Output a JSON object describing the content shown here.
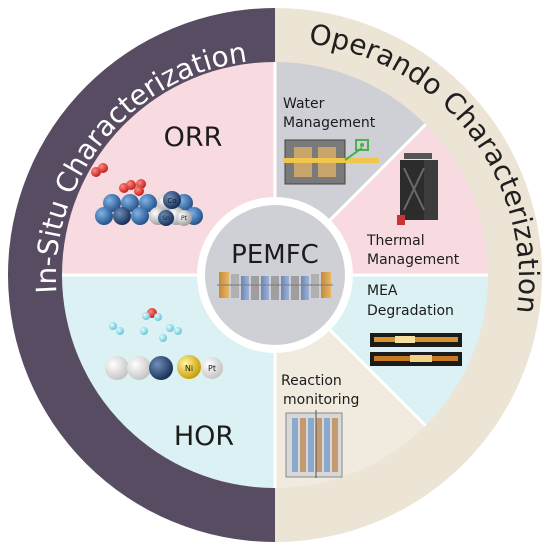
{
  "center": {
    "label": "PEMFC"
  },
  "ring": {
    "left_label": "In-Situ Characterization",
    "right_label": "Operando Characterization",
    "left_color": "#574c62",
    "right_color": "#ece4d5",
    "left_text_color": "#ffffff",
    "right_text_color": "#1f1f1f"
  },
  "quadrants": {
    "orr": {
      "label": "ORR",
      "color": "#f7dbe1",
      "atoms": [
        "Co",
        "Sn",
        "Pt"
      ]
    },
    "hor": {
      "label": "HOR",
      "color": "#dcf1f3",
      "atoms": [
        "Ni",
        "Pt"
      ]
    }
  },
  "sectors": {
    "water": {
      "label_line1": "Water",
      "label_line2": "Management",
      "color": "#cfcfd6"
    },
    "thermal": {
      "label_line1": "Thermal",
      "label_line2": "Management",
      "color": "#f7dbe1"
    },
    "mea": {
      "label_line1": "MEA",
      "label_line2": "Degradation",
      "color": "#dcf1f3"
    },
    "reaction": {
      "label_line1": "Reaction",
      "label_line2": "monitoring",
      "color": "#f1ebdf"
    }
  }
}
